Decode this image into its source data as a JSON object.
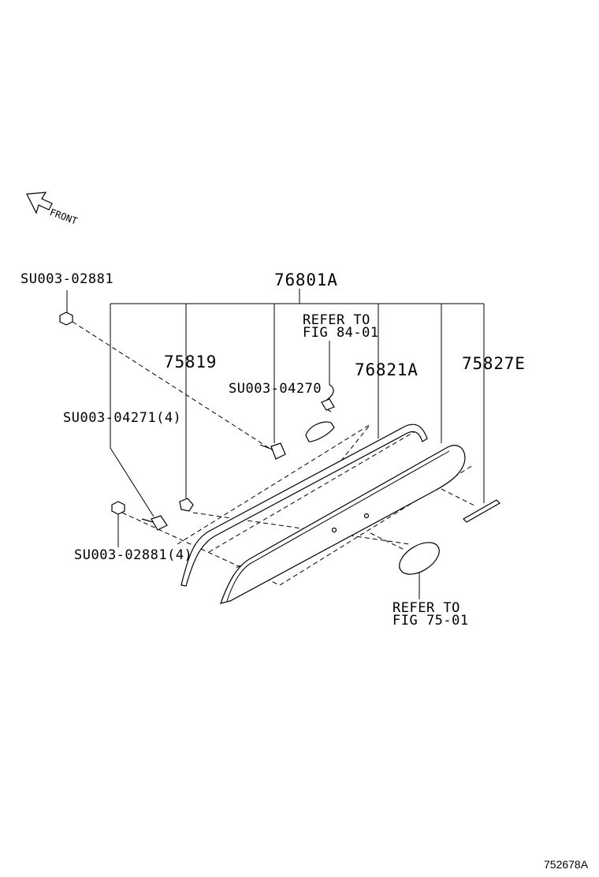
{
  "front_label": "FRONT",
  "callouts": {
    "assembly_main": "76801A",
    "clip": "75819",
    "lamp_bracket": "76821A",
    "plate": "75827E",
    "nut_top": "SU003-02881",
    "bolt_group": "SU003-04271(4)",
    "screw_lamp": "SU003-04270",
    "nut_group": "SU003-02881(4)",
    "refer_lamp_line1": "REFER TO",
    "refer_lamp_line2": "FIG 84-01",
    "refer_emblem_line1": "REFER TO",
    "refer_emblem_line2": "FIG 75-01"
  },
  "figure_id": "752678A"
}
